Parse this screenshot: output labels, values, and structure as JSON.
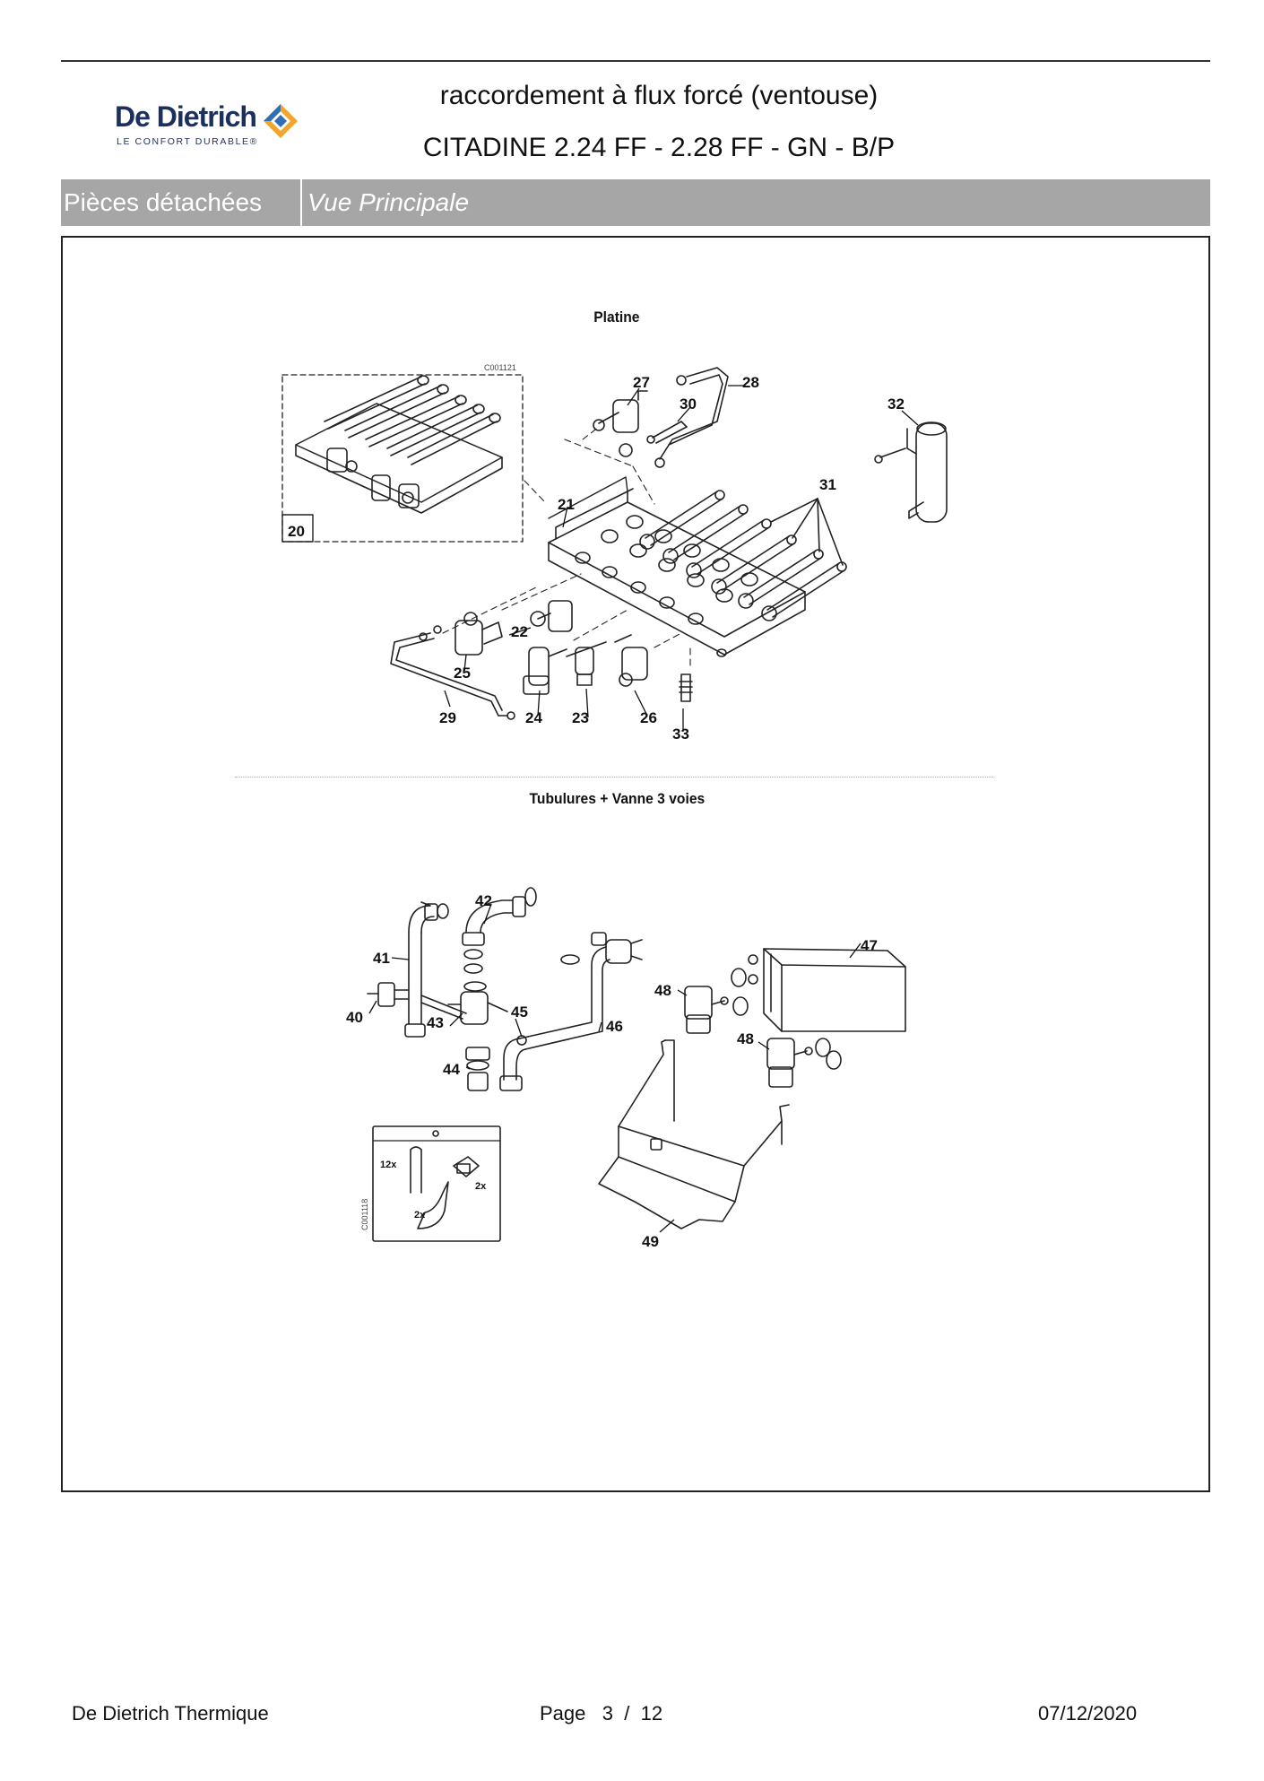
{
  "brand": {
    "name": "De Dietrich",
    "tagline": "LE CONFORT DURABLE®"
  },
  "header": {
    "title": "raccordement à flux forcé (ventouse)",
    "subtitle": "CITADINE 2.24 FF - 2.28 FF - GN - B/P"
  },
  "tabs": {
    "section": "Pièces détachées",
    "view": "Vue Principale"
  },
  "diagram": {
    "section1_title": "Platine",
    "section2_title": "Tubulures + Vanne 3 voies",
    "ref1": "C001121",
    "ref2": "C001118",
    "callouts": {
      "p20": "20",
      "p21": "21",
      "p22": "22",
      "p23": "23",
      "p24": "24",
      "p25": "25",
      "p26": "26",
      "p27": "27",
      "p28": "28",
      "p29": "29",
      "p30": "30",
      "p31": "31",
      "p32": "32",
      "p33": "33",
      "p40": "40",
      "p41": "41",
      "p42": "42",
      "p43": "43",
      "p44": "44",
      "p45": "45",
      "p46": "46",
      "p47": "47",
      "p48a": "48",
      "p48b": "48",
      "p49": "49"
    },
    "kit": {
      "q1": "12x",
      "q2": "2x",
      "q3": "2x"
    }
  },
  "footer": {
    "company": "De Dietrich Thermique",
    "page_label": "Page",
    "page_current": "3",
    "page_sep": "/",
    "page_total": "12",
    "date": "07/12/2020"
  }
}
